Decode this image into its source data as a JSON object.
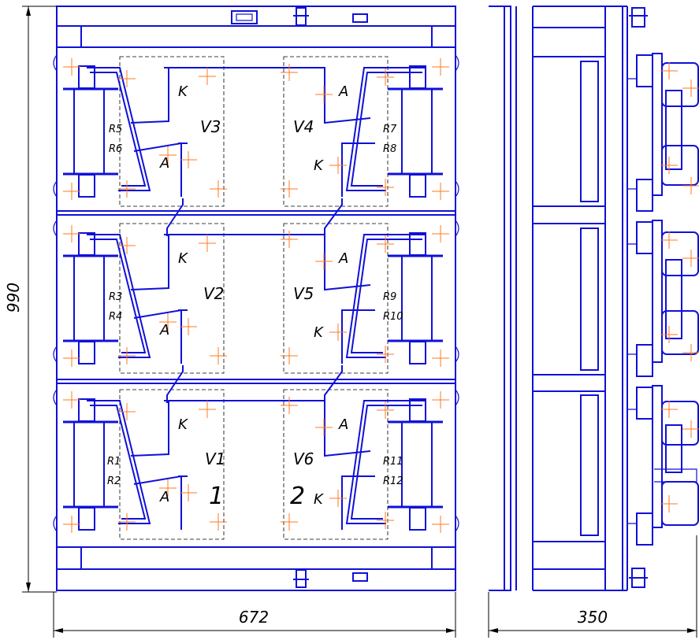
{
  "dimensions": {
    "height": "990",
    "width_front": "672",
    "width_side": "350"
  },
  "thyristors": {
    "V1": {
      "label": "V1",
      "anode": "A",
      "cathode": "K"
    },
    "V2": {
      "label": "V2",
      "anode": "A",
      "cathode": "K"
    },
    "V3": {
      "label": "V3",
      "anode": "A",
      "cathode": "K"
    },
    "V4": {
      "label": "V4",
      "anode": "A",
      "cathode": "K"
    },
    "V5": {
      "label": "V5",
      "anode": "A",
      "cathode": "K"
    },
    "V6": {
      "label": "V6",
      "anode": "A",
      "cathode": "K"
    }
  },
  "resistors": [
    "R1",
    "R2",
    "R3",
    "R4",
    "R5",
    "R6",
    "R7",
    "R8",
    "R9",
    "R10",
    "R11",
    "R12"
  ],
  "terminals": {
    "left": "1",
    "right": "2"
  },
  "colors": {
    "structure": "#1010d8",
    "dimension": "#000000",
    "centermark": "#ff7a20"
  }
}
